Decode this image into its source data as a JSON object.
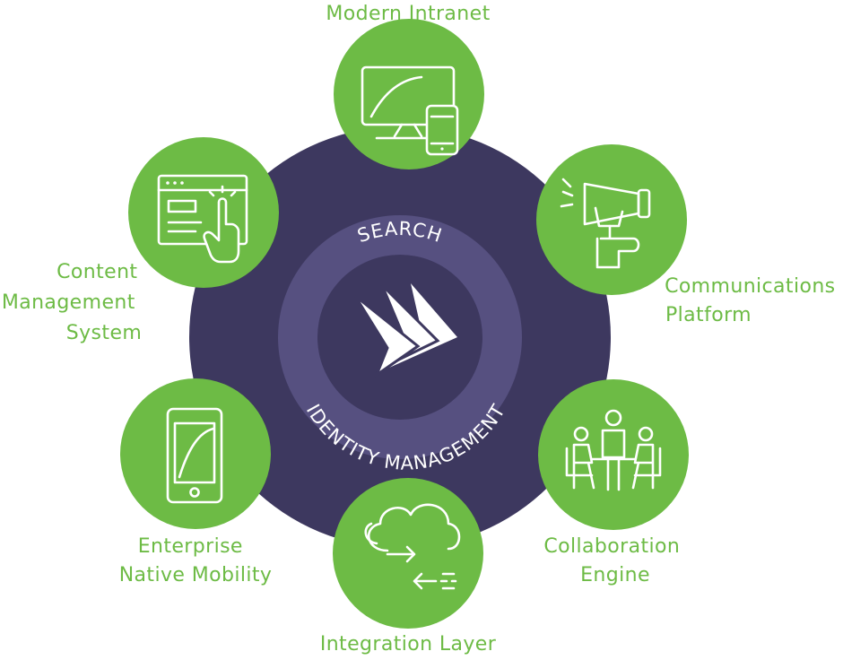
{
  "center": {
    "ring_top_text": "SEARCH",
    "ring_bottom_text": "IDENTITY MANAGEMENT",
    "logo_icon": "arrow-chevrons-logo"
  },
  "nodes": [
    {
      "id": "modern-intranet",
      "lines": [
        "Modern Intranet"
      ],
      "icon": "monitor-phone-icon"
    },
    {
      "id": "communications-platform",
      "lines": [
        "Communications",
        "Platform"
      ],
      "icon": "megaphone-icon"
    },
    {
      "id": "collaboration-engine",
      "lines": [
        "Collaboration",
        "Engine"
      ],
      "icon": "meeting-icon"
    },
    {
      "id": "integration-layer",
      "lines": [
        "Integration Layer"
      ],
      "icon": "cloud-sync-icon"
    },
    {
      "id": "enterprise-native-mobility",
      "lines": [
        "Enterprise",
        "Native Mobility"
      ],
      "icon": "smartphone-icon"
    },
    {
      "id": "content-management-system",
      "lines": [
        "Content",
        "Management",
        "System"
      ],
      "icon": "browser-click-icon"
    }
  ],
  "colors": {
    "hub": "#3d385f",
    "ring": "#565080",
    "node": "#6dbb45",
    "label": "#6dbb45",
    "icon": "#ffffff"
  }
}
